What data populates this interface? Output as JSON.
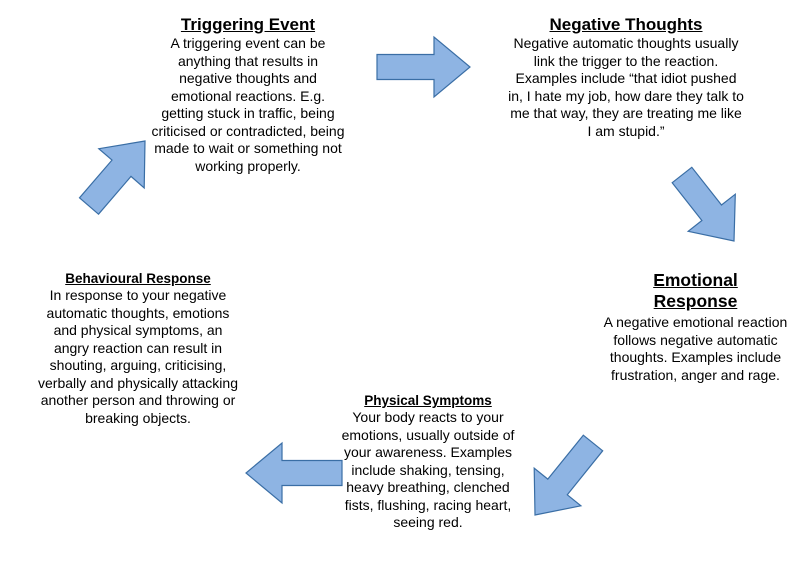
{
  "nodes": {
    "triggering": {
      "title": "Triggering Event",
      "text": "A triggering event can be anything that results in negative thoughts and emotional reactions. E.g. getting stuck in traffic, being criticised or contradicted, being made to wait or something not working properly."
    },
    "negative": {
      "title": "Negative Thoughts",
      "text": "Negative automatic thoughts usually link the trigger to the reaction. Examples include “that idiot pushed in, I hate my job, how dare they talk to me that way, they are treating me like I am stupid.”"
    },
    "emotional": {
      "title": "Emotional Response",
      "text": "A negative emotional reaction follows negative automatic thoughts. Examples include frustration, anger and rage."
    },
    "physical": {
      "title": "Physical Symptoms",
      "text": "Your body reacts to your emotions, usually outside of your awareness. Examples include shaking, tensing, heavy breathing, clenched fists, flushing, racing heart, seeing red."
    },
    "behavioural": {
      "title": "Behavioural Response",
      "text": "In response to your negative automatic thoughts, emotions and physical symptoms, an angry reaction can result in shouting, arguing, criticising, verbally and physically attacking another person and throwing or breaking objects."
    }
  },
  "arrow_color": "#8eb4e3",
  "arrow_outline": "#3a6ea5",
  "arrows": [
    {
      "name": "arrow-trigger-to-thoughts",
      "from": "Triggering Event",
      "to": "Negative Thoughts"
    },
    {
      "name": "arrow-thoughts-to-emotional",
      "from": "Negative Thoughts",
      "to": "Emotional Response"
    },
    {
      "name": "arrow-emotional-to-physical",
      "from": "Emotional Response",
      "to": "Physical Symptoms"
    },
    {
      "name": "arrow-physical-to-behavioural",
      "from": "Physical Symptoms",
      "to": "Behavioural Response"
    },
    {
      "name": "arrow-behavioural-to-trigger",
      "from": "Behavioural Response",
      "to": "Triggering Event"
    }
  ]
}
